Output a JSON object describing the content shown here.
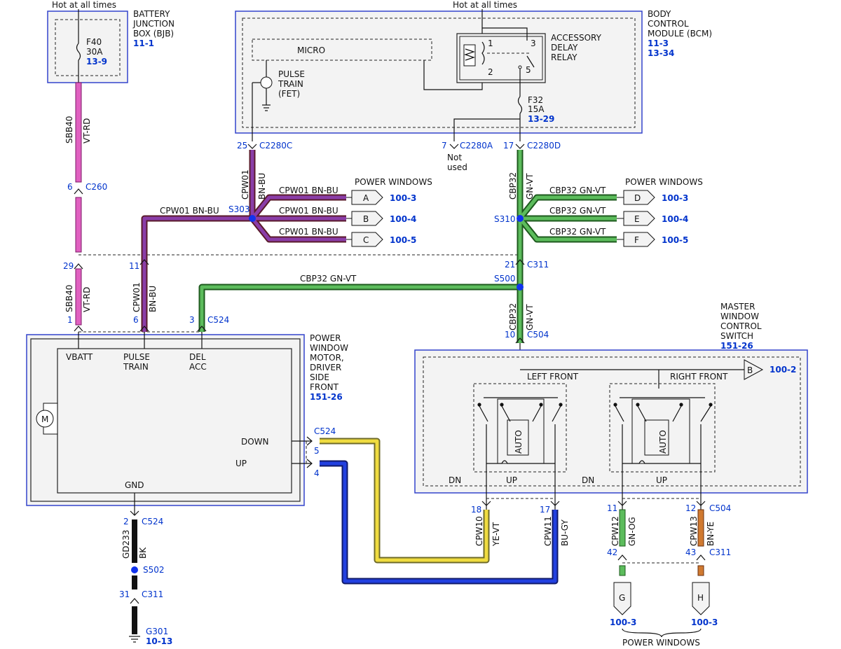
{
  "hot_left": "Hot at all times",
  "hot_right": "Hot at all times",
  "bjb": {
    "l1": "BATTERY",
    "l2": "JUNCTION",
    "l3": "BOX (BJB)",
    "ref": "11-1",
    "fuse": "F40",
    "amp": "30A",
    "fref": "13-9"
  },
  "bcm": {
    "l1": "BODY",
    "l2": "CONTROL",
    "l3": "MODULE (BCM)",
    "ref1": "11-3",
    "ref2": "13-34",
    "micro": "MICRO",
    "pulse1": "PULSE",
    "pulse2": "TRAIN",
    "pulse3": "(FET)",
    "relay1": "ACCESSORY",
    "relay2": "DELAY",
    "relay3": "RELAY",
    "p1": "1",
    "p2": "2",
    "p3": "3",
    "p5": "5",
    "fuse": "F32",
    "amp": "15A",
    "fref": "13-29"
  },
  "c2280": {
    "pin25": "25",
    "c25": "C2280C",
    "pin7": "7",
    "c7": "C2280A",
    "nu1": "Not",
    "nu2": "used",
    "pin17": "17",
    "c17": "C2280D"
  },
  "wires": {
    "sbb40": "SBB40",
    "vtrd": "VT-RD",
    "cpw01": "CPW01",
    "bnbu": "BN-BU",
    "cbp32": "CBP32",
    "gnvt": "GN-VT",
    "cpw01_bnbu": "CPW01  BN-BU",
    "cbp32_gnvt": "CBP32  GN-VT",
    "cpw10": "CPW10",
    "yevt": "YE-VT",
    "cpw11": "CPW11",
    "bugy": "BU-GY",
    "cpw12": "CPW12",
    "gnog": "GN-OG",
    "cpw13": "CPW13",
    "bnye": "BN-YE",
    "gd233": "GD233",
    "bk": "BK"
  },
  "pw_left": {
    "title": "POWER WINDOWS",
    "a": "A",
    "b": "B",
    "c": "C",
    "ra": "100-3",
    "rb": "100-4",
    "rc": "100-5",
    "splice": "S303"
  },
  "pw_right": {
    "title": "POWER WINDOWS",
    "d": "D",
    "e": "E",
    "f": "F",
    "rd": "100-3",
    "re": "100-4",
    "rf": "100-5",
    "splice": "S310"
  },
  "conns": {
    "p6": "6",
    "c260": "C260",
    "p29": "29",
    "p11": "11",
    "p21": "21",
    "c311": "C311",
    "s500": "S500",
    "p1": "1",
    "p6b": "6",
    "p3": "3",
    "c524": "C524",
    "p10": "10",
    "c504": "C504",
    "c524b": "C524",
    "p5": "5",
    "p4": "4",
    "p18": "18",
    "p17": "17",
    "p11b": "11",
    "p12": "12",
    "c504b": "C504",
    "p42": "42",
    "p43": "43",
    "c311b": "C311",
    "p2": "2",
    "c524c": "C524",
    "s502": "S502",
    "p31": "31",
    "c311c": "C311",
    "g301": "G301",
    "gref": "10-13"
  },
  "motor": {
    "l1": "POWER",
    "l2": "WINDOW",
    "l3": "MOTOR,",
    "l4": "DRIVER",
    "l5": "SIDE",
    "l6": "FRONT",
    "ref": "151-26",
    "vbatt": "VBATT",
    "pulse1": "PULSE",
    "pulse2": "TRAIN",
    "del1": "DEL",
    "del2": "ACC",
    "down": "DOWN",
    "up": "UP",
    "gnd": "GND",
    "m": "M"
  },
  "mwcs": {
    "l1": "MASTER",
    "l2": "WINDOW",
    "l3": "CONTROL",
    "l4": "SWITCH",
    "ref": "151-26",
    "lf": "LEFT FRONT",
    "rf": "RIGHT FRONT",
    "b": "B",
    "bref": "100-2",
    "auto": "AUTO",
    "dn": "DN",
    "up": "UP"
  },
  "bottom": {
    "g": "G",
    "h": "H",
    "rg": "100-3",
    "rh": "100-3",
    "title": "POWER WINDOWS"
  }
}
